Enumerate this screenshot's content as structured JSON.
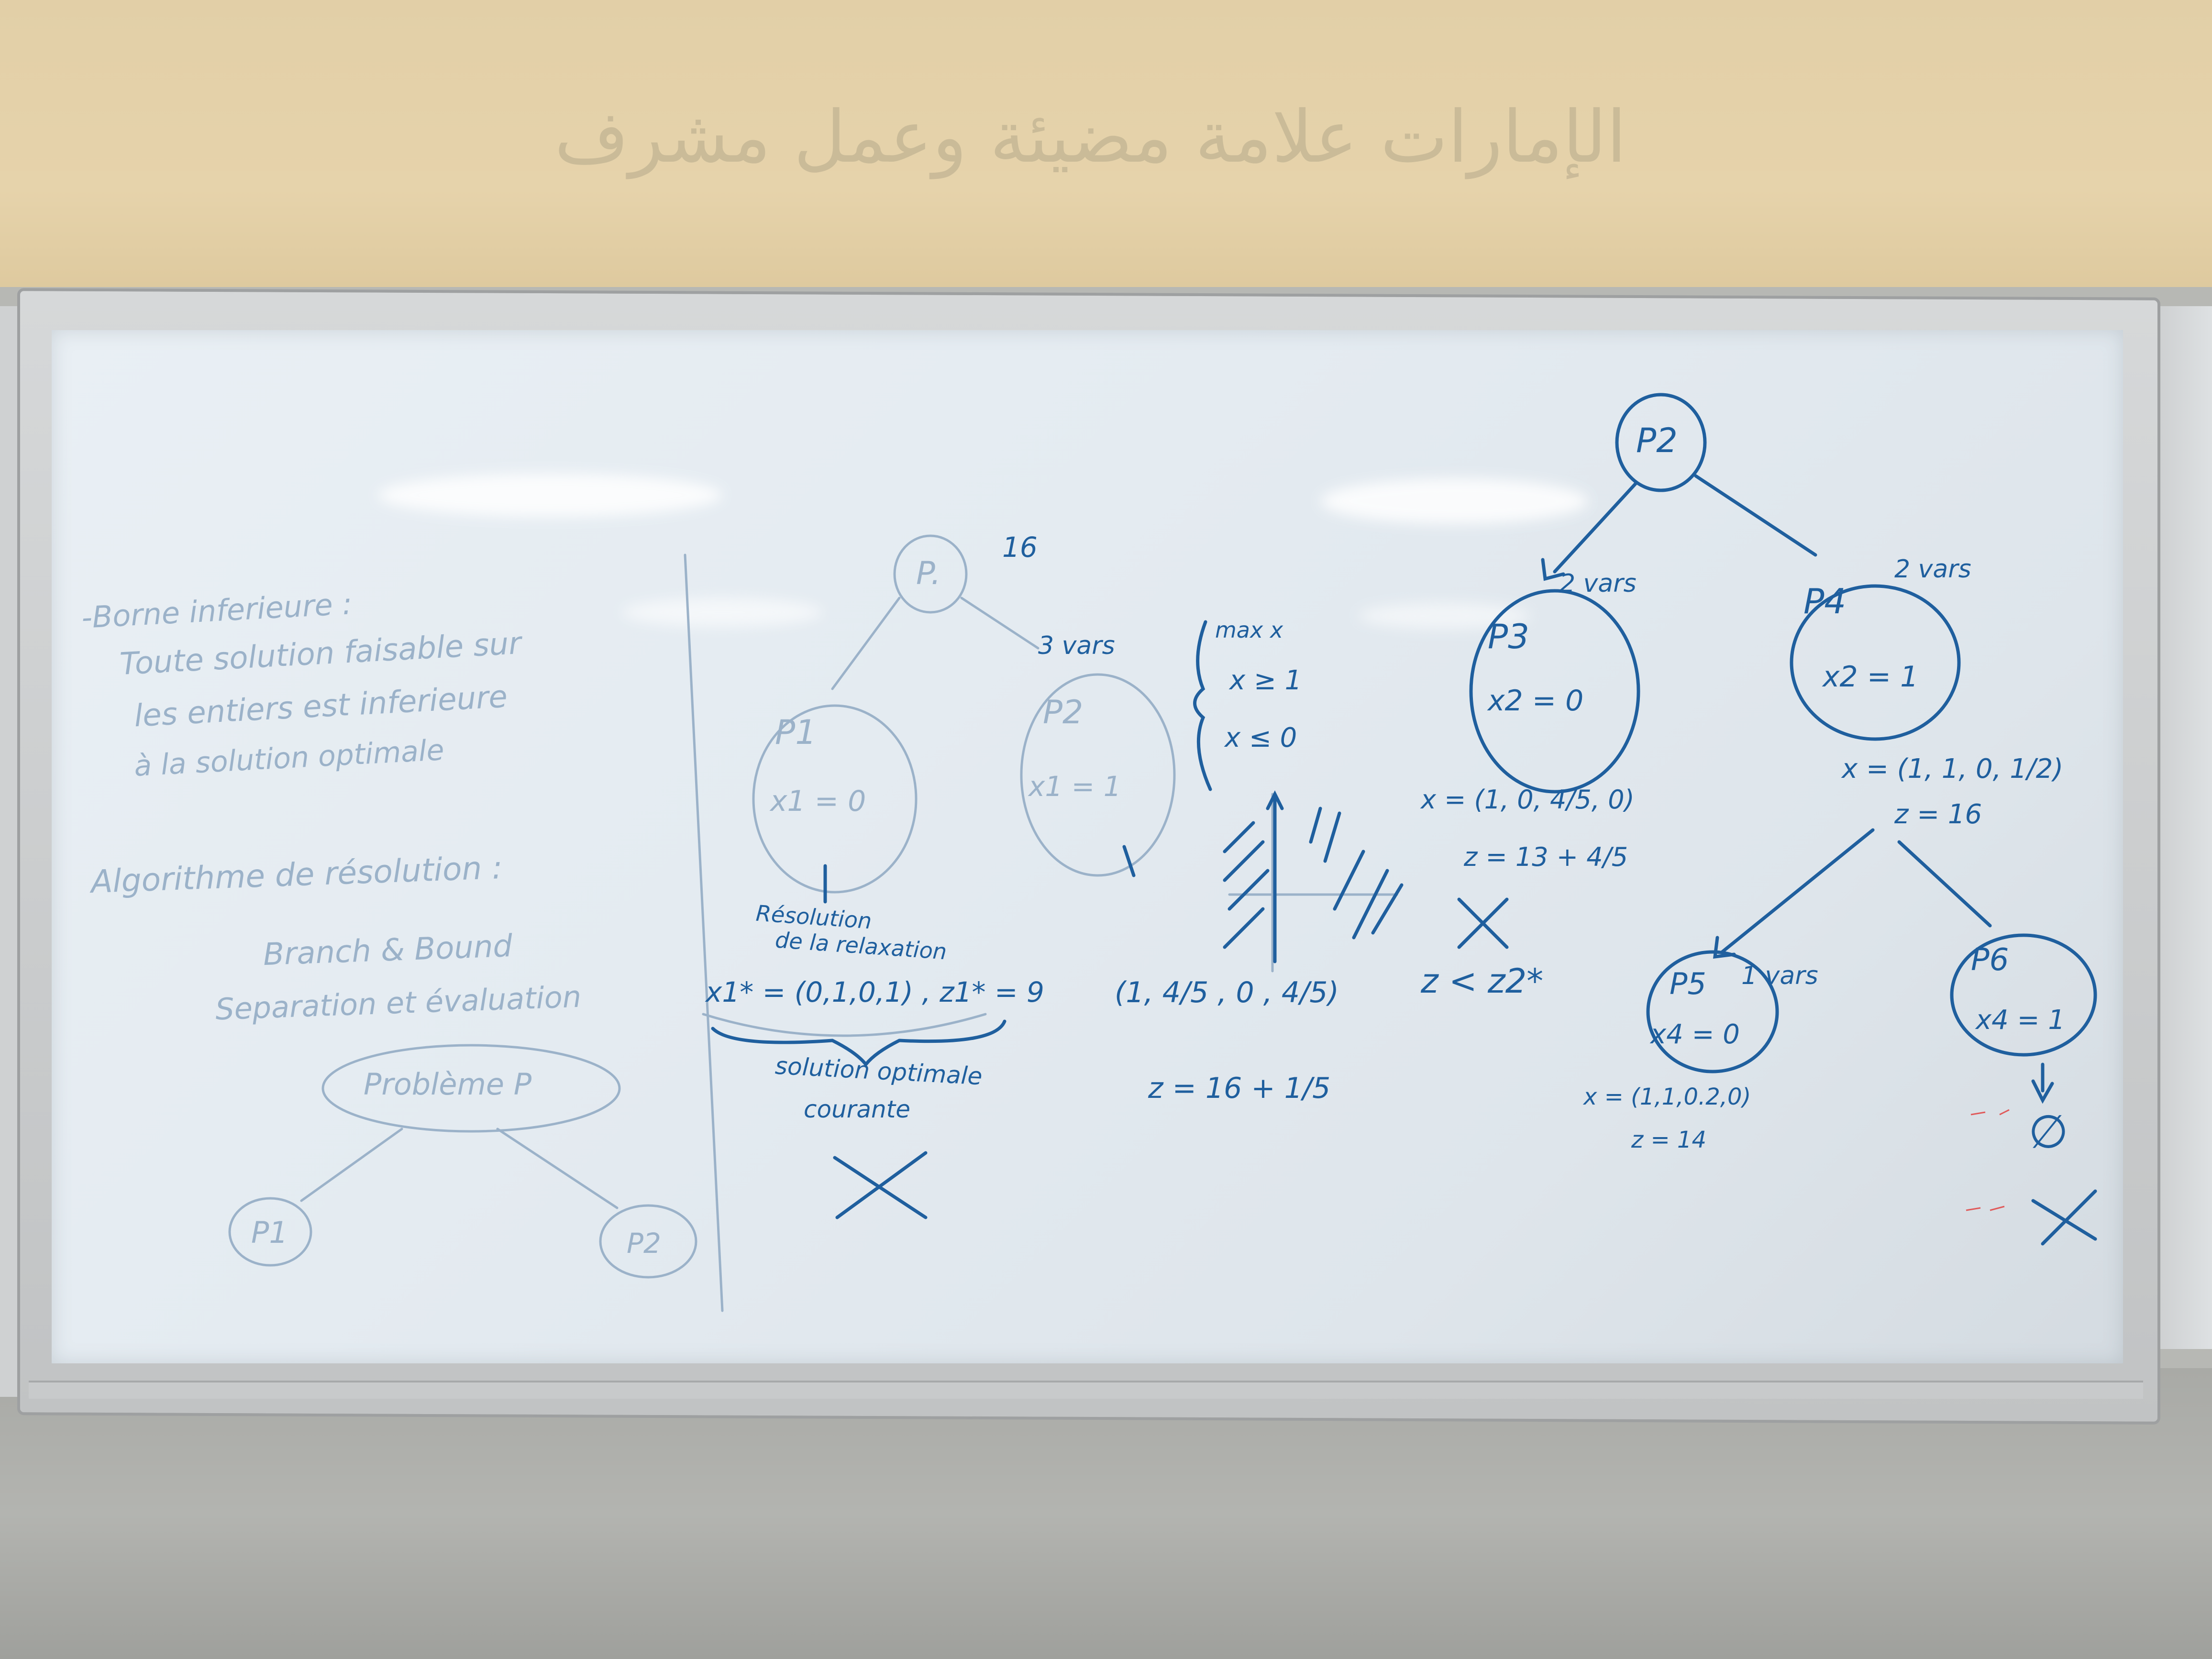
{
  "wall_text": "الإمارات علامة مضيئة وعمل مشرف",
  "faded_notes": {
    "borne_title": "-Borne inferieure :",
    "borne_line1": "Toute solution faisable sur",
    "borne_line2": "les entiers est inferieure",
    "borne_line3": "à la solution optimale",
    "algo_title": "Algorithme de résolution :",
    "algo_line1": "Branch & Bound",
    "algo_line2": "Separation et évaluation",
    "probleme": "Problème P",
    "p1_small": "P1",
    "p2_small": "P2"
  },
  "tree_left": {
    "p_root": "P.",
    "root_value": "16",
    "p1_label": "P1",
    "p1_constraint": "x1 = 0",
    "p2_label": "P2",
    "p2_constraint": "x1 = 1",
    "p2_vars": "3 vars",
    "system_line1": "max x",
    "system_line2": "x ≥ 1",
    "system_line3": "x ≤ 0"
  },
  "relaxation": {
    "title_line1": "Résolution",
    "title_line2": "de la relaxation",
    "x_star": "x1* = (0,1,0,1) , z1* = 9",
    "brace_line1": "solution optimale",
    "brace_line2": "courante"
  },
  "p2_solution": {
    "vector": "(1, 4/5 , 0 , 4/5)",
    "z": "z = 16 + 1/5"
  },
  "tree_right": {
    "root": "P2",
    "p3_label": "P3",
    "p3_vars": "2 vars",
    "p3_constraint": "x2 = 0",
    "p3_vector": "x = (1, 0, 4/5, 0)",
    "p3_z": "z = 13 + 4/5",
    "compare": "z < z2*",
    "p4_label": "P4",
    "p4_vars": "2 vars",
    "p4_constraint": "x2 = 1",
    "p4_vector": "x = (1, 1, 0, 1/2)",
    "p4_z": "z = 16",
    "p5_label": "P5",
    "p5_vars": "1 vars",
    "p5_constraint": "x4 = 0",
    "p5_vector": "x = (1,1,0.2,0)",
    "p5_z": "z = 14",
    "p6_label": "P6",
    "p6_constraint": "x4 = 1",
    "p6_result": "∅"
  },
  "colors": {
    "marker_blue": "#1f5f9e",
    "faded_blue": "#9bb2c9",
    "marker_red": "#e05a5a"
  }
}
